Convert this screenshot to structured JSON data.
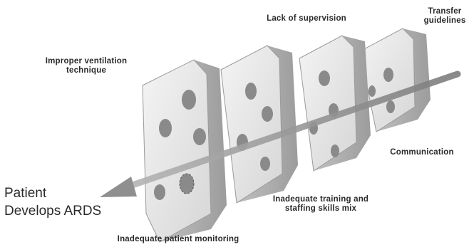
{
  "labels": {
    "improper_ventilation": "Improper ventilation technique",
    "lack_of_supervision": "Lack of supervision",
    "transfer_guidelines": "Transfer guidelines",
    "communication": "Communication",
    "inadequate_training": "Inadequate training and staffing skills mix",
    "inadequate_monitoring": "Inadequate patient monitoring",
    "outcome_line1": "Patient",
    "outcome_line2": "Develops ARDS"
  },
  "colors": {
    "cheese_face": "#e9e9e9",
    "cheese_side": "#bdbdbd",
    "hole": "#8a8a8a",
    "arrow": "#9a9a9a",
    "text": "#2a2a2a"
  }
}
